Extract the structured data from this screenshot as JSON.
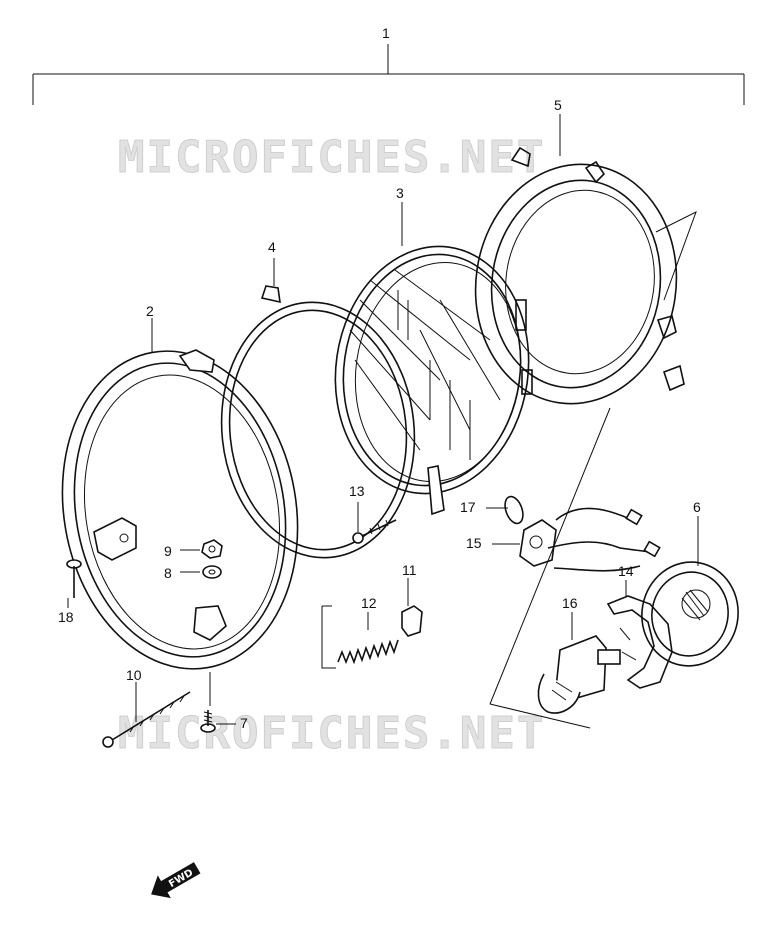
{
  "watermark": {
    "top": "MICROFICHES.NET",
    "bottom": "MICROFICHES.NET"
  },
  "direction_badge": "FWD",
  "parts": [
    {
      "label": "1",
      "name": "headlight-assembly"
    },
    {
      "label": "2",
      "name": "headlight-housing-rim"
    },
    {
      "label": "3",
      "name": "lens-and-reflector"
    },
    {
      "label": "4",
      "name": "retaining-ring"
    },
    {
      "label": "5",
      "name": "headlight-case"
    },
    {
      "label": "6",
      "name": "bulb-socket-cover"
    },
    {
      "label": "7",
      "name": "screw"
    },
    {
      "label": "8",
      "name": "washer"
    },
    {
      "label": "9",
      "name": "nut"
    },
    {
      "label": "10",
      "name": "adjusting-screw"
    },
    {
      "label": "11",
      "name": "nut-clip"
    },
    {
      "label": "12",
      "name": "spring"
    },
    {
      "label": "13",
      "name": "screw"
    },
    {
      "label": "14",
      "name": "bulb-holder-spring"
    },
    {
      "label": "15",
      "name": "position-lamp-socket"
    },
    {
      "label": "16",
      "name": "headlight-bulb"
    },
    {
      "label": "17",
      "name": "position-lamp-bulb"
    },
    {
      "label": "18",
      "name": "screw"
    }
  ]
}
